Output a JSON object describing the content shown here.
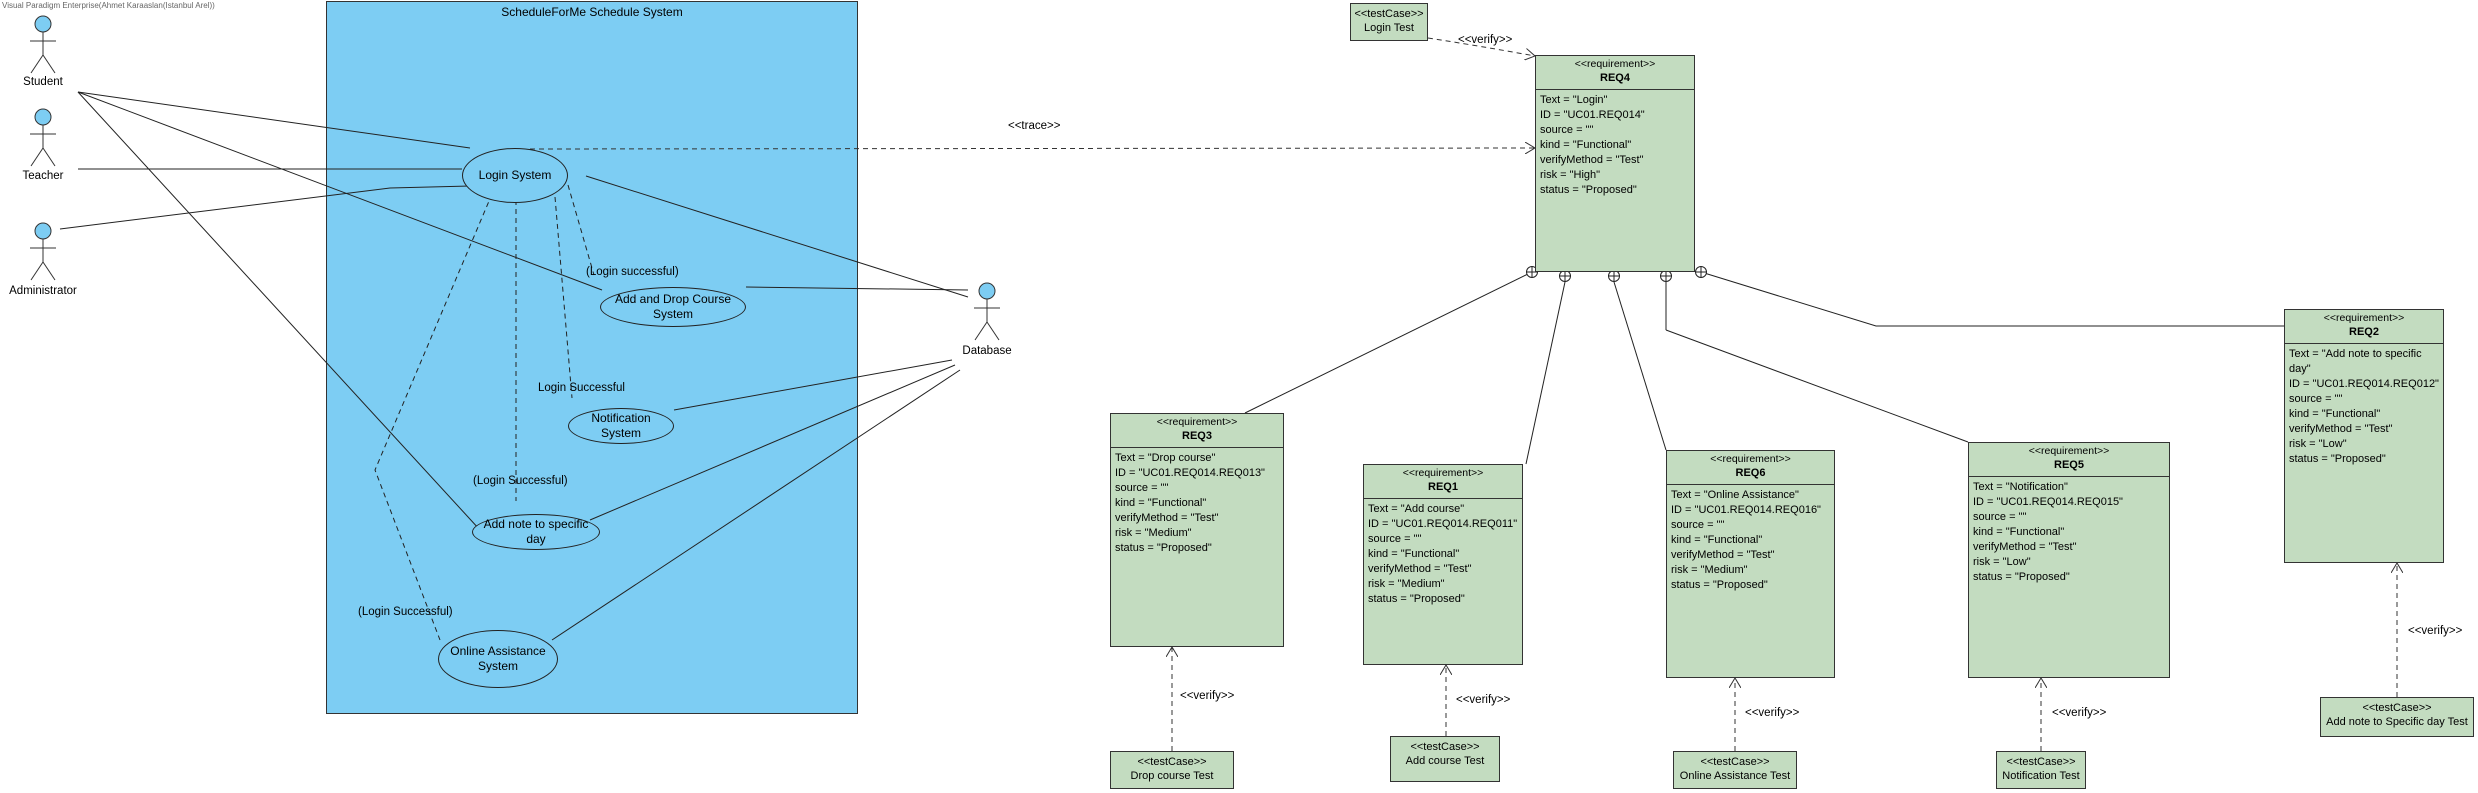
{
  "watermark": "Visual Paradigm Enterprise(Ahmet Karaaslan(Istanbul Arel))",
  "system": {
    "title": "ScheduleForMe Schedule System"
  },
  "actors": {
    "student": "Student",
    "teacher": "Teacher",
    "administrator": "Administrator",
    "database": "Database"
  },
  "use_cases": {
    "login": "Login System",
    "add_drop": "Add  and Drop Course System",
    "notification": "Notification System",
    "add_note": "Add note to specific day",
    "online_assistance": "Online Assistance System"
  },
  "edge_labels": {
    "login_successful_1": "(Login successful)",
    "login_successful_2": "Login Successful",
    "login_successful_3": "(Login Successful)",
    "login_successful_4": "(Login Successful)",
    "trace": "<<trace>>",
    "verify": "<<verify>>"
  },
  "requirement_stereotype": "<<requirement>>",
  "testcase_stereotype": "<<testCase>>",
  "requirements": {
    "req4": {
      "name": "REQ4",
      "attrs": [
        "Text = \"Login\"",
        "ID = \"UC01.REQ014\"",
        "source = \"\"",
        "kind = \"Functional\"",
        "verifyMethod = \"Test\"",
        "risk = \"High\"",
        "status = \"Proposed\""
      ]
    },
    "req3": {
      "name": "REQ3",
      "attrs": [
        "Text = \"Drop course\"",
        "ID = \"UC01.REQ014.REQ013\"",
        "source = \"\"",
        "kind = \"Functional\"",
        "verifyMethod = \"Test\"",
        "risk = \"Medium\"",
        "status = \"Proposed\""
      ]
    },
    "req1": {
      "name": "REQ1",
      "attrs": [
        "Text = \"Add course\"",
        "ID = \"UC01.REQ014.REQ011\"",
        "source = \"\"",
        "kind = \"Functional\"",
        "verifyMethod = \"Test\"",
        "risk = \"Medium\"",
        "status = \"Proposed\""
      ]
    },
    "req6": {
      "name": "REQ6",
      "attrs": [
        "Text = \"Online Assistance\"",
        "ID = \"UC01.REQ014.REQ016\"",
        "source = \"\"",
        "kind = \"Functional\"",
        "verifyMethod = \"Test\"",
        "risk = \"Medium\"",
        "status = \"Proposed\""
      ]
    },
    "req5": {
      "name": "REQ5",
      "attrs": [
        "Text = \"Notification\"",
        "ID = \"UC01.REQ014.REQ015\"",
        "source = \"\"",
        "kind = \"Functional\"",
        "verifyMethod = \"Test\"",
        "risk = \"Low\"",
        "status = \"Proposed\""
      ]
    },
    "req2": {
      "name": "REQ2",
      "attrs": [
        "Text = \"Add note to specific day\"",
        "ID = \"UC01.REQ014.REQ012\"",
        "source = \"\"",
        "kind = \"Functional\"",
        "verifyMethod = \"Test\"",
        "risk = \"Low\"",
        "status = \"Proposed\""
      ]
    }
  },
  "test_cases": {
    "login": "Login Test",
    "drop_course": "Drop course Test",
    "add_course": "Add course Test",
    "online_assistance": "Online Assistance Test",
    "notification": "Notification Test",
    "add_note": "Add note to Specific day Test"
  }
}
